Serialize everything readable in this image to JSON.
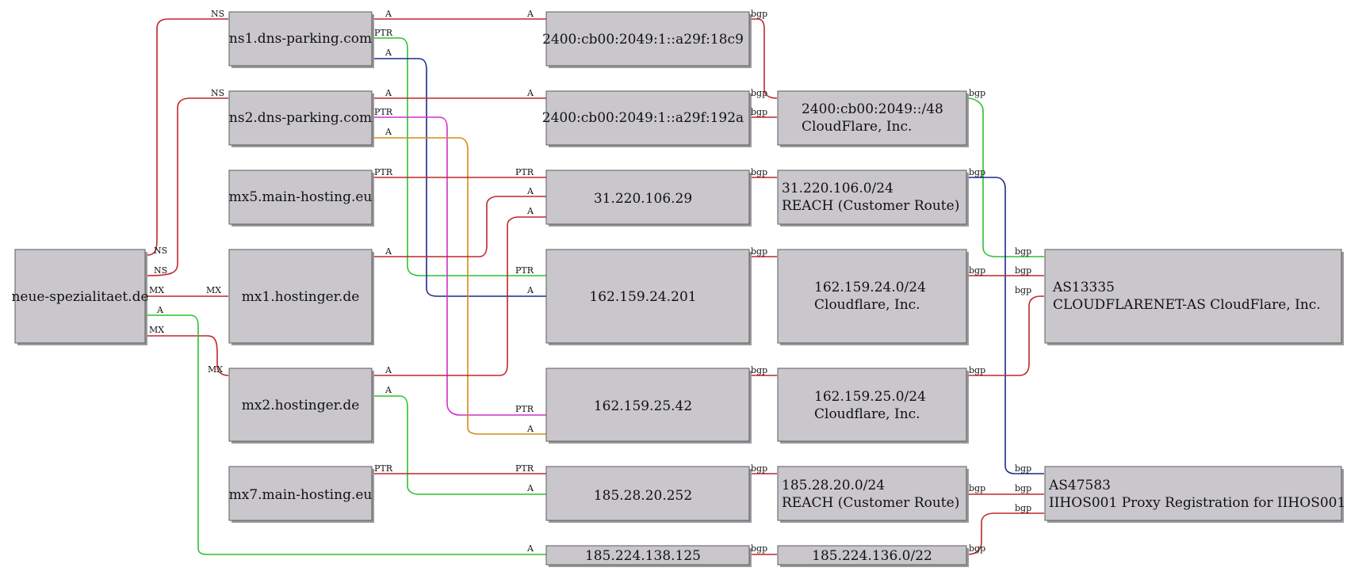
{
  "colors": {
    "red": "#c0262b",
    "green": "#2fc12f",
    "navy": "#1c2a8c",
    "magenta": "#cc33cc",
    "orange": "#d48a1c",
    "node_fill": "#c9c7cc",
    "node_border": "#5b5b5b"
  },
  "nodes": {
    "domain": {
      "lines": [
        "neue-spezialitaet.de"
      ]
    },
    "ns1": {
      "lines": [
        "ns1.dns-parking.com"
      ]
    },
    "ns2": {
      "lines": [
        "ns2.dns-parking.com"
      ]
    },
    "mx5": {
      "lines": [
        "mx5.main-hosting.eu"
      ]
    },
    "mx1": {
      "lines": [
        "mx1.hostinger.de"
      ]
    },
    "mx2": {
      "lines": [
        "mx2.hostinger.de"
      ]
    },
    "mx7": {
      "lines": [
        "mx7.main-hosting.eu"
      ]
    },
    "ip6a": {
      "lines": [
        "2400:cb00:2049:1::a29f:18c9"
      ]
    },
    "ip6b": {
      "lines": [
        "2400:cb00:2049:1::a29f:192a"
      ]
    },
    "ip31": {
      "lines": [
        "31.220.106.29"
      ]
    },
    "ip162a": {
      "lines": [
        "162.159.24.201"
      ]
    },
    "ip162b": {
      "lines": [
        "162.159.25.42"
      ]
    },
    "ip185a": {
      "lines": [
        "185.28.20.252"
      ]
    },
    "ip185b": {
      "lines": [
        "185.224.138.125"
      ]
    },
    "net6": {
      "lines": [
        "2400:cb00:2049::/48",
        "CloudFlare, Inc."
      ]
    },
    "net31": {
      "lines": [
        "31.220.106.0/24",
        "REACH (Customer Route)"
      ]
    },
    "net162a": {
      "lines": [
        "162.159.24.0/24",
        "Cloudflare, Inc."
      ]
    },
    "net162b": {
      "lines": [
        "162.159.25.0/24",
        "Cloudflare, Inc."
      ]
    },
    "net185a": {
      "lines": [
        "185.28.20.0/24",
        "REACH (Customer Route)"
      ]
    },
    "net185b": {
      "lines": [
        "185.224.136.0/22"
      ]
    },
    "as13335": {
      "lines": [
        "AS13335",
        "CLOUDFLARENET-AS CloudFlare, Inc."
      ]
    },
    "as47583": {
      "lines": [
        "AS47583",
        "IIHOS001 Proxy Registration for IIHOS001"
      ]
    }
  },
  "edge_labels": {
    "ns": "NS",
    "mx": "MX",
    "a": "A",
    "ptr": "PTR",
    "bgp": "bgp"
  }
}
